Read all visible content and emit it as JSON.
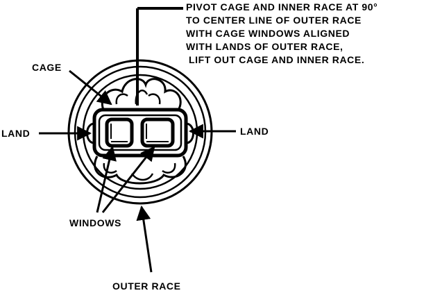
{
  "labels": {
    "cage": "CAGE",
    "land_left": "LAND",
    "land_right": "LAND",
    "windows": "WINDOWS",
    "outer_race": "OUTER RACE"
  },
  "instruction": {
    "line1": "PIVOT CAGE AND INNER RACE AT 90°",
    "line2": "TO CENTER LINE OF OUTER RACE",
    "line3": "WITH CAGE WINDOWS ALIGNED",
    "line4": "WITH LANDS OF OUTER RACE,",
    "line5": "LIFT OUT CAGE AND INNER RACE."
  },
  "colors": {
    "ink": "#000000",
    "paper": "#ffffff"
  }
}
